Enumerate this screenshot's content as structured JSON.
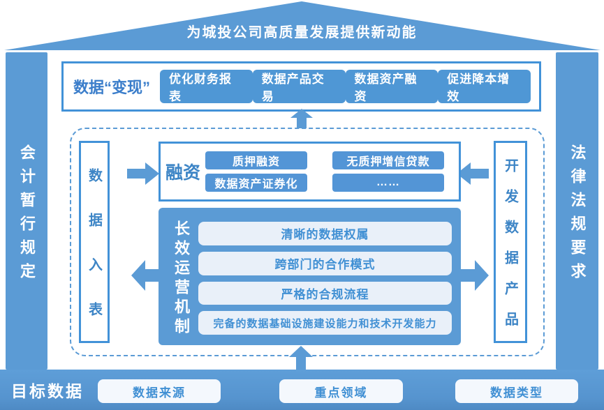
{
  "colors": {
    "primary_blue": "#5b9bd5",
    "border_blue": "#4292d8",
    "text_blue": "#3d85c6",
    "light_box_fill": "#e9f0f9"
  },
  "roof": {
    "title": "为城投公司高质量发展提供新动能"
  },
  "pillars": {
    "left": "会计暂行规定",
    "right": "法律法规要求"
  },
  "monetization": {
    "label": "数据“变现”",
    "items": [
      "优化财务报表",
      "数据产品交易",
      "数据资产融资",
      "促进降本增效"
    ]
  },
  "core": {
    "entry_bar": "数据入表",
    "product_bar": "开发数据产品",
    "financing": {
      "label": "融资",
      "left_items": [
        "质押融资",
        "数据资产证券化"
      ],
      "right_items": [
        "无质押增信贷款",
        "……"
      ]
    },
    "mechanism": {
      "label": "长效运营机制",
      "items": [
        "清晰的数据权属",
        "跨部门的合作模式",
        "严格的合规流程",
        "完备的数据基础设施建设能力和技术开发能力"
      ]
    }
  },
  "bottom": {
    "label": "目标数据",
    "items": [
      "数据来源",
      "重点领域",
      "数据类型"
    ]
  }
}
